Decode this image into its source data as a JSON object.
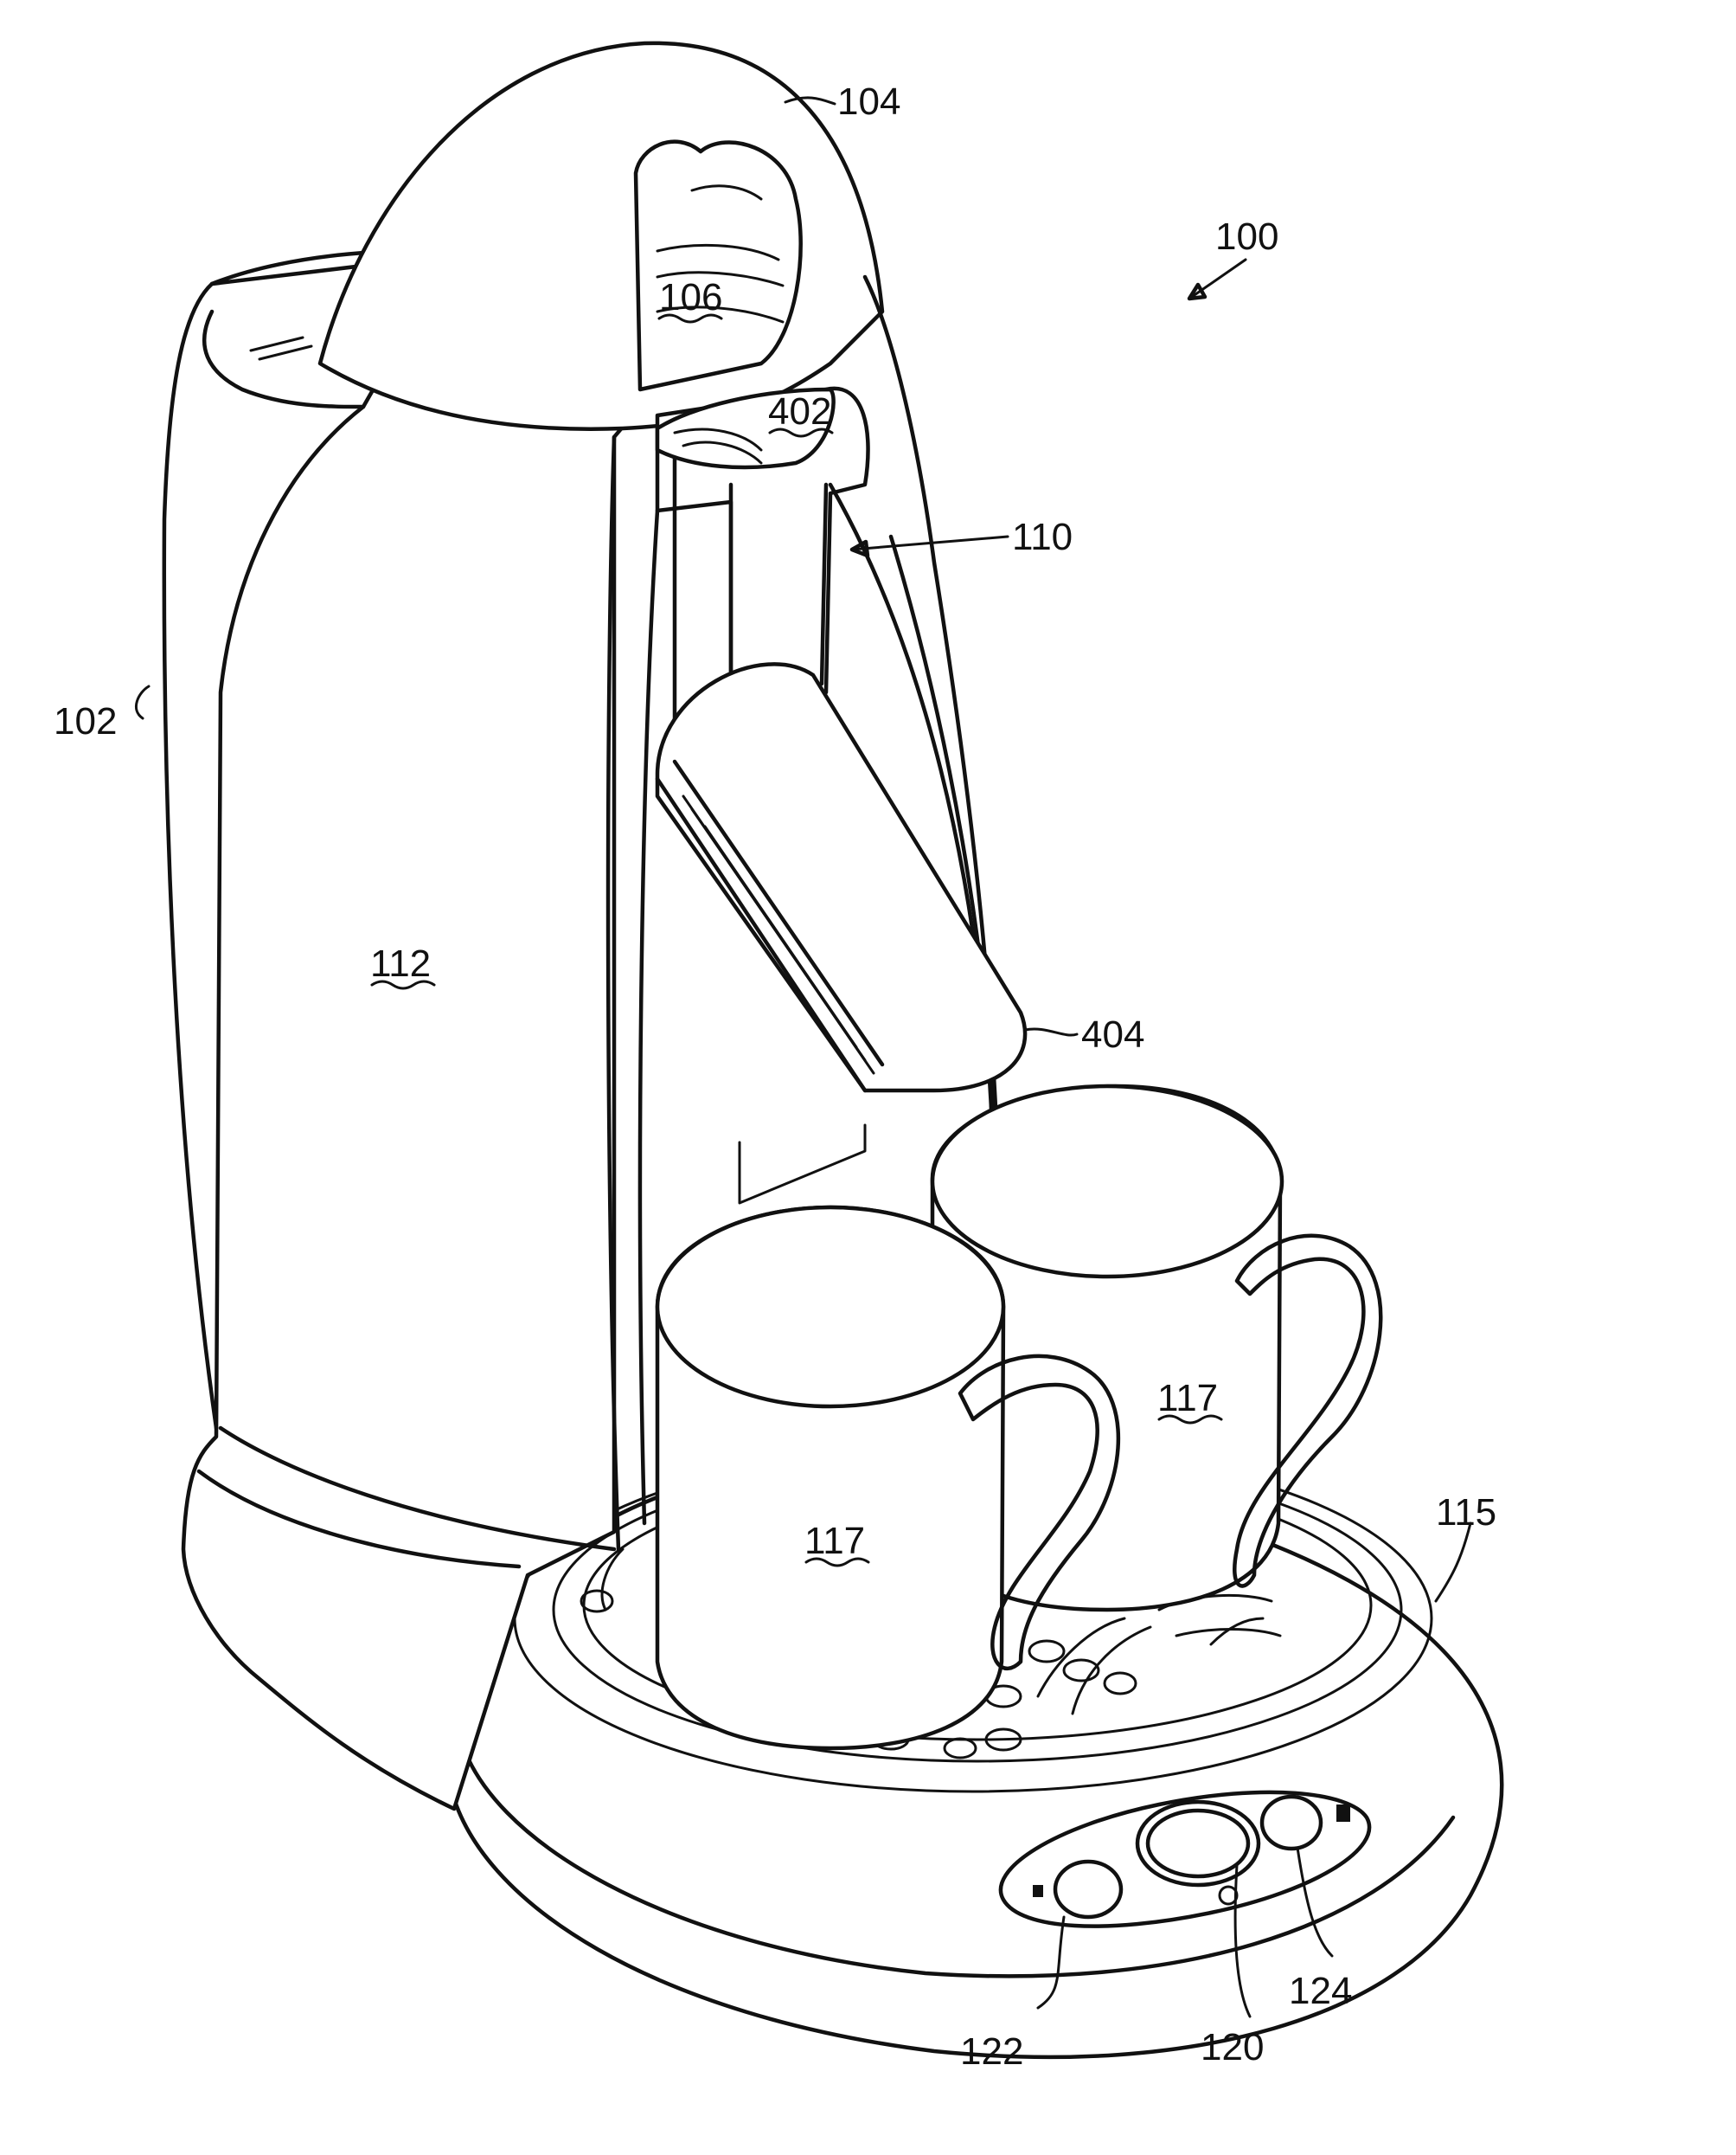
{
  "figure": {
    "labels": {
      "ref_100": "100",
      "ref_102": "102",
      "ref_104": "104",
      "ref_106": "106",
      "ref_110": "110",
      "ref_112": "112",
      "ref_115": "115",
      "ref_117_front": "117",
      "ref_117_back": "117",
      "ref_120": "120",
      "ref_122": "122",
      "ref_124": "124",
      "ref_402": "402",
      "ref_404": "404"
    },
    "icons": {
      "single_cup": "single-cup-icon",
      "double_cup": "double-cup-icon"
    }
  }
}
